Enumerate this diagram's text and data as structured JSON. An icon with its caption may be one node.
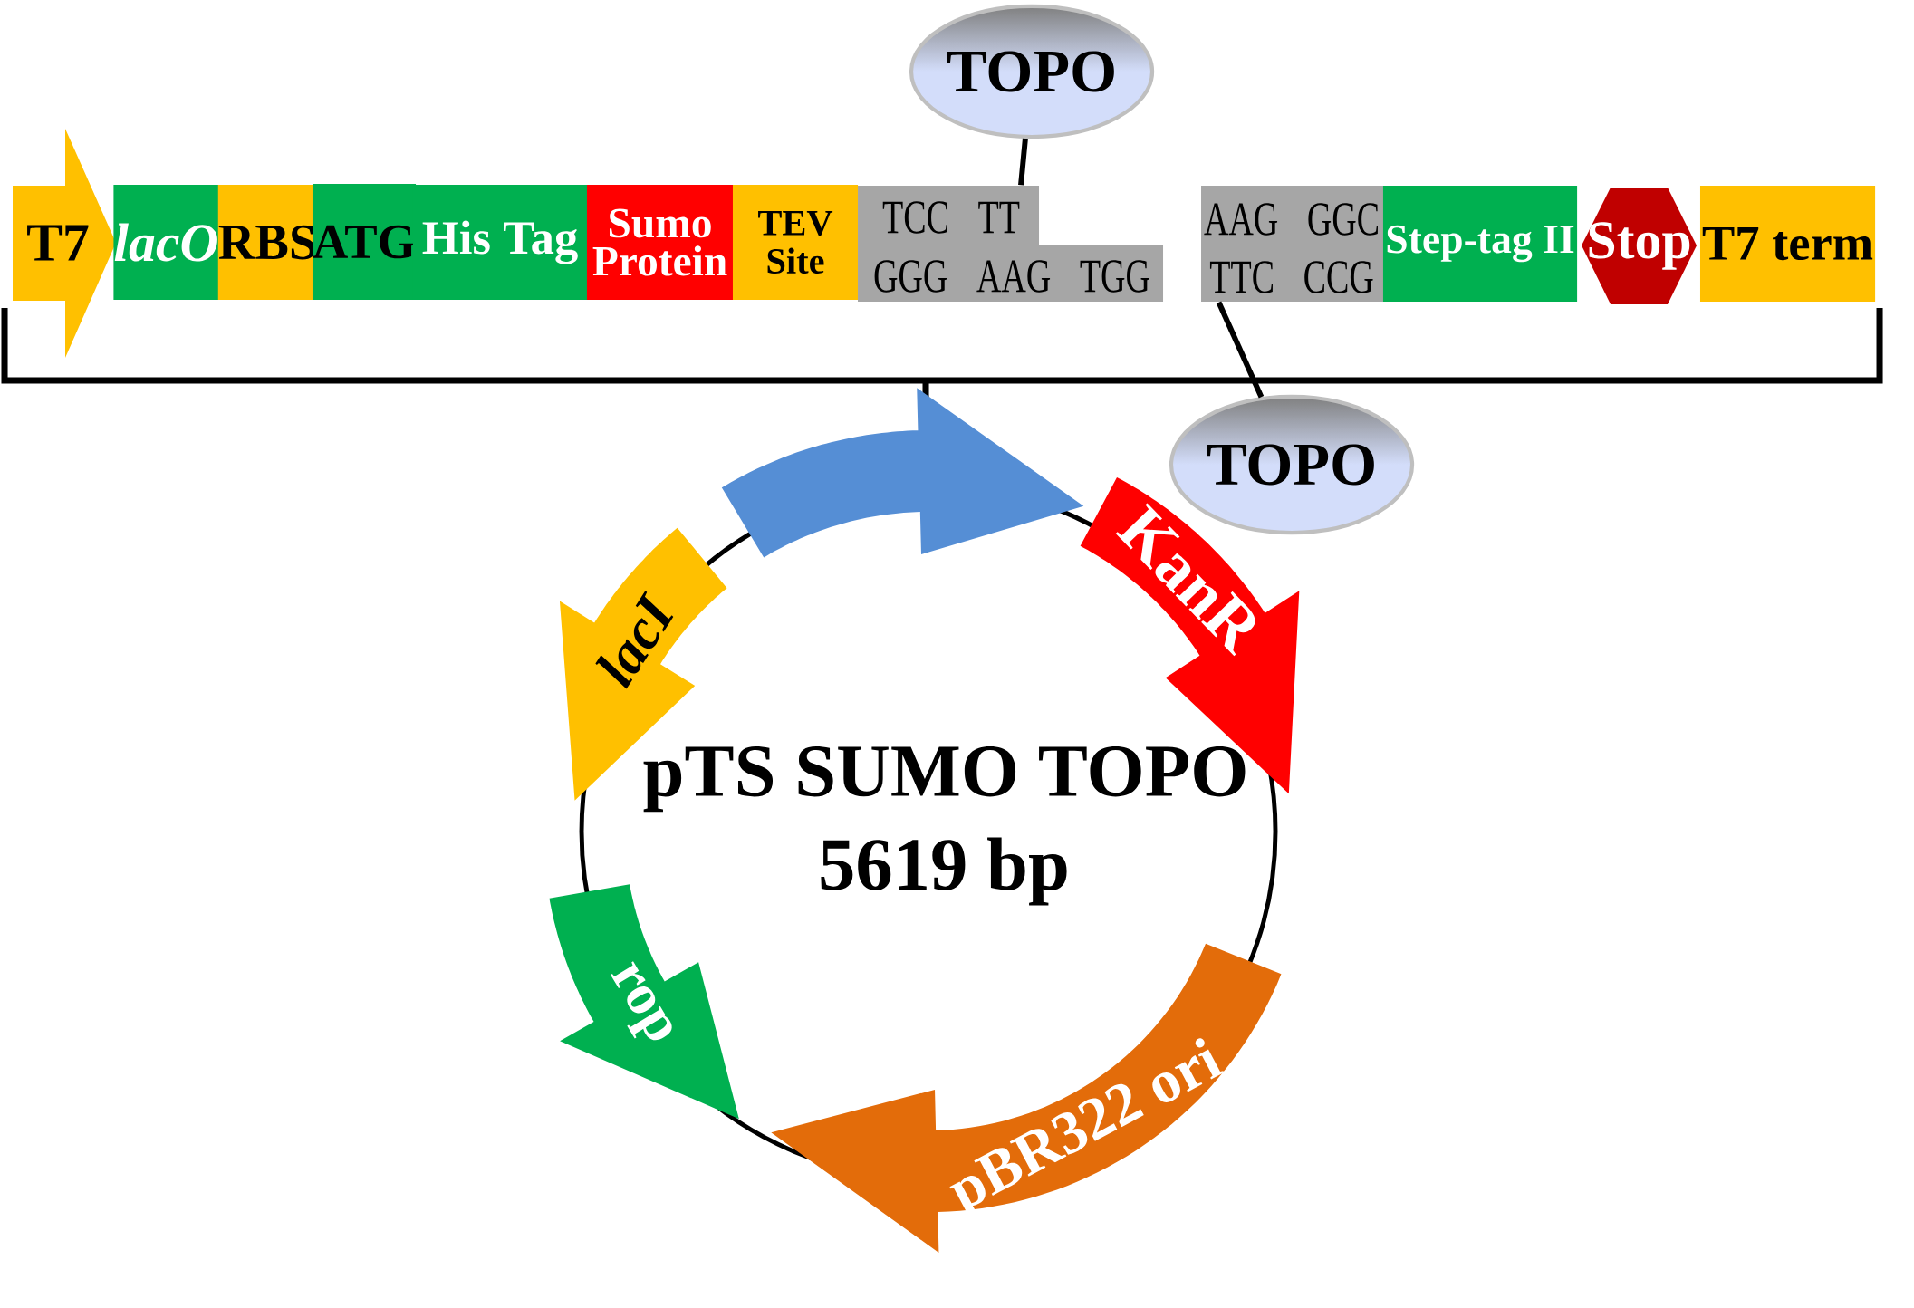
{
  "diagram": {
    "nodes": [
      {
        "text": [
          "TOPO"
        ]
      },
      {
        "text": [
          "T7"
        ]
      },
      {
        "text": [
          "lacO"
        ]
      },
      {
        "text": [
          "RBS"
        ]
      },
      {
        "text": [
          "ATG"
        ]
      },
      {
        "text": [
          "His Tag"
        ]
      },
      {
        "text": [
          "Sumo Protein"
        ]
      },
      {
        "text": [
          "TEV Site"
        ]
      },
      {
        "text": [
          "TCC TT",
          "GGG AAG TGG"
        ]
      },
      {
        "text": [
          "AAG GGC",
          "TTC CCG"
        ]
      },
      {
        "text": [
          "Step-tag II"
        ]
      },
      {
        "text": [
          "Stop"
        ]
      },
      {
        "text": [
          "T7 term"
        ]
      },
      {
        "text": [
          "TOPO"
        ]
      },
      {
        "text": [],
        "shape": "arrow"
      },
      {
        "text": [
          "KanR"
        ]
      },
      {
        "text": [
          "lacI"
        ]
      },
      {
        "text": [
          "pBR322 ori"
        ]
      },
      {
        "text": [
          "rop"
        ]
      }
    ],
    "edges": [
      {
        "from": 0,
        "to": 8,
        "arrow": "none"
      },
      {
        "from": 13,
        "to": 9,
        "arrow": "none"
      }
    ],
    "labels": [
      "pTS SUMO TOPO",
      "5619 bp"
    ]
  }
}
